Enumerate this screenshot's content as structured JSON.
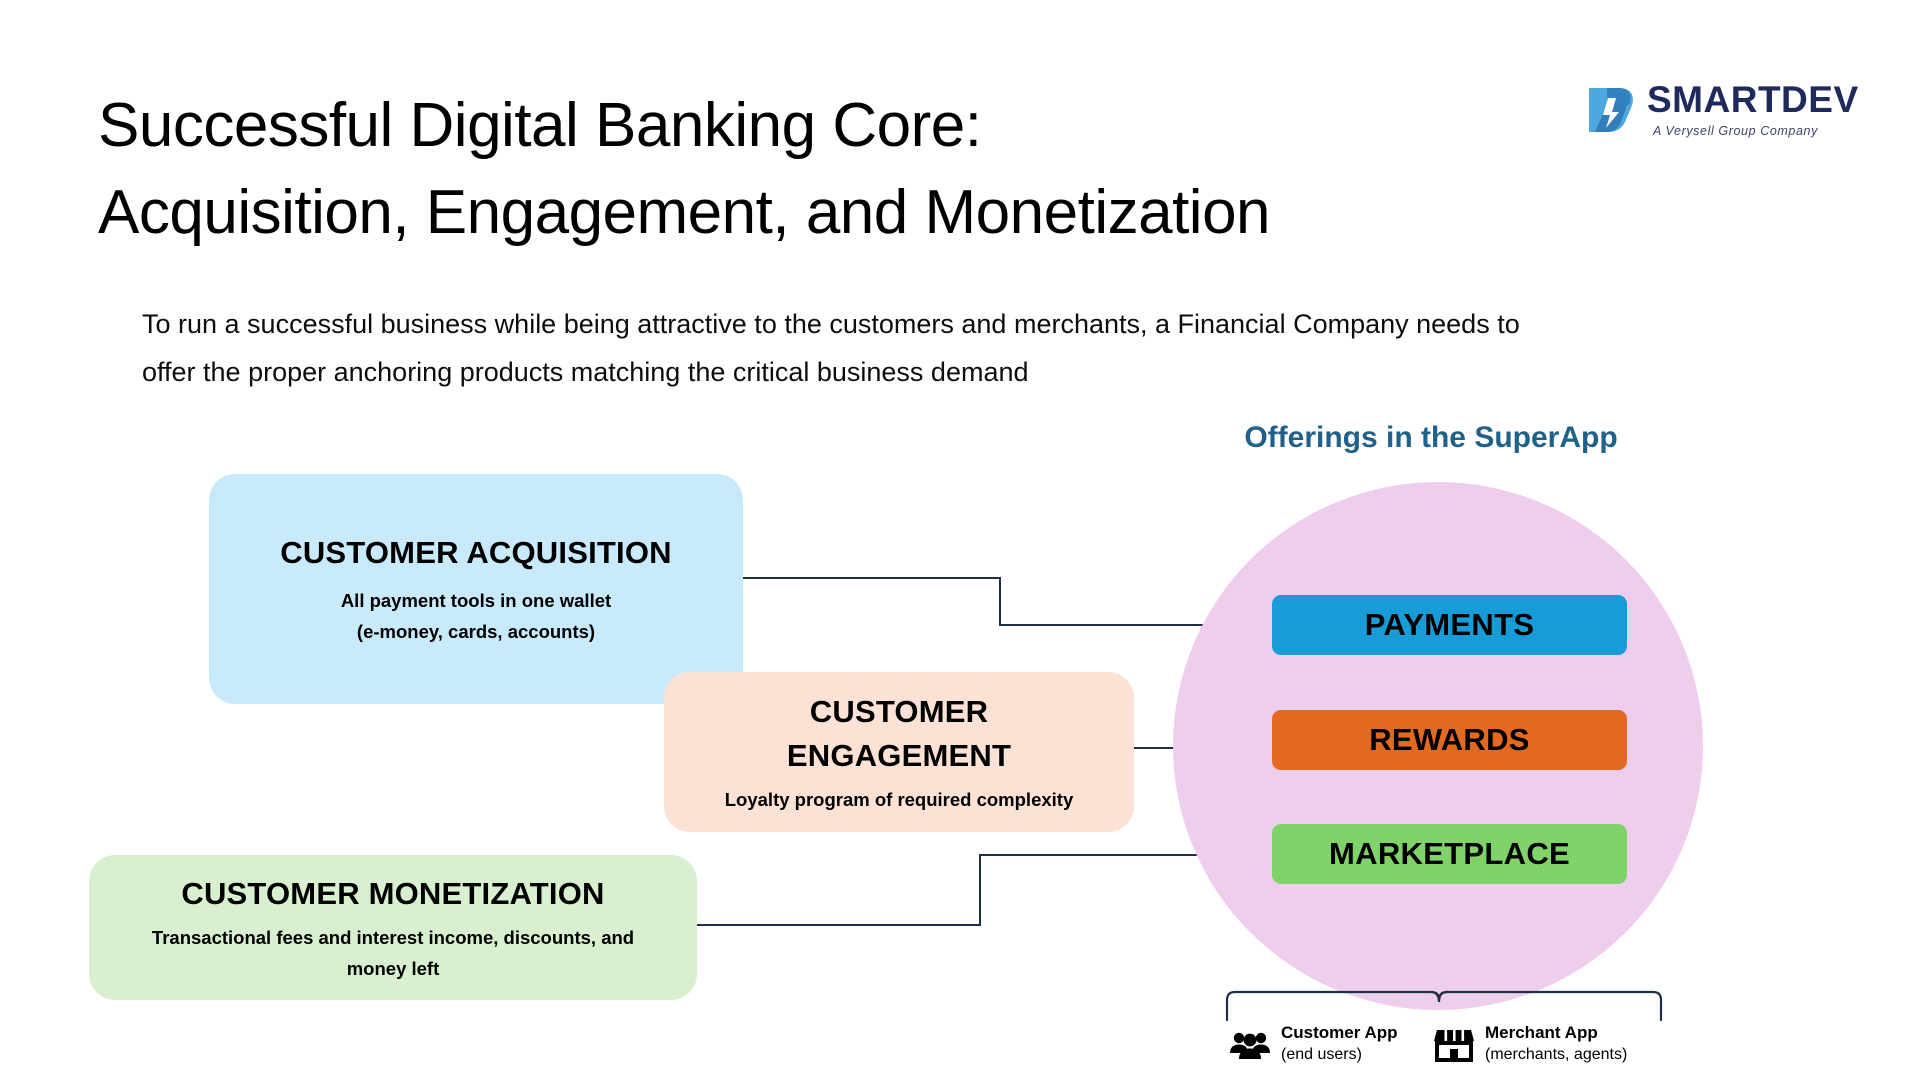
{
  "slide": {
    "title": "Successful Digital Banking Core:\nAcquisition, Engagement, and Monetization",
    "subtitle": "To run a successful business while being attractive to the customers and merchants, a Financial Company needs to\noffer the proper anchoring products matching the critical business demand"
  },
  "logo": {
    "wordmark": "SMARTDEV",
    "tagline": "A Verysell Group Company",
    "mark_colors": {
      "light": "#5bb8e8",
      "mid": "#2f7fc1",
      "dark": "#1e5f9e"
    }
  },
  "drivers": [
    {
      "id": "acquisition",
      "title": "CUSTOMER ACQUISITION",
      "description": "All payment tools in one wallet\n(e-money, cards, accounts)",
      "color": "#c9eafb"
    },
    {
      "id": "engagement",
      "title": "CUSTOMER\nENGAGEMENT",
      "description": "Loyalty program of required complexity",
      "color": "#fce2d4"
    },
    {
      "id": "monetization",
      "title": "CUSTOMER MONETIZATION",
      "description": "Transactional fees and interest income, discounts, and\nmoney left",
      "color": "#d8f0cf"
    }
  ],
  "superapp": {
    "heading": "Offerings in the SuperApp",
    "heading_color": "#1f6189",
    "ellipse_color": "#efcdec",
    "offerings": [
      {
        "id": "payments",
        "label": "PAYMENTS",
        "color": "#189cd8"
      },
      {
        "id": "rewards",
        "label": "REWARDS",
        "color": "#e2691f"
      },
      {
        "id": "marketplace",
        "label": "MARKETPLACE",
        "color": "#7fd368"
      }
    ]
  },
  "legend": {
    "items": [
      {
        "id": "customer-app",
        "icon": "people-group-icon",
        "main": "Customer App",
        "sub": "(end users)"
      },
      {
        "id": "merchant-app",
        "icon": "storefront-icon",
        "main": "Merchant App",
        "sub": "(merchants, agents)"
      }
    ]
  },
  "connectors": {
    "stroke_color": "#1f3046"
  }
}
